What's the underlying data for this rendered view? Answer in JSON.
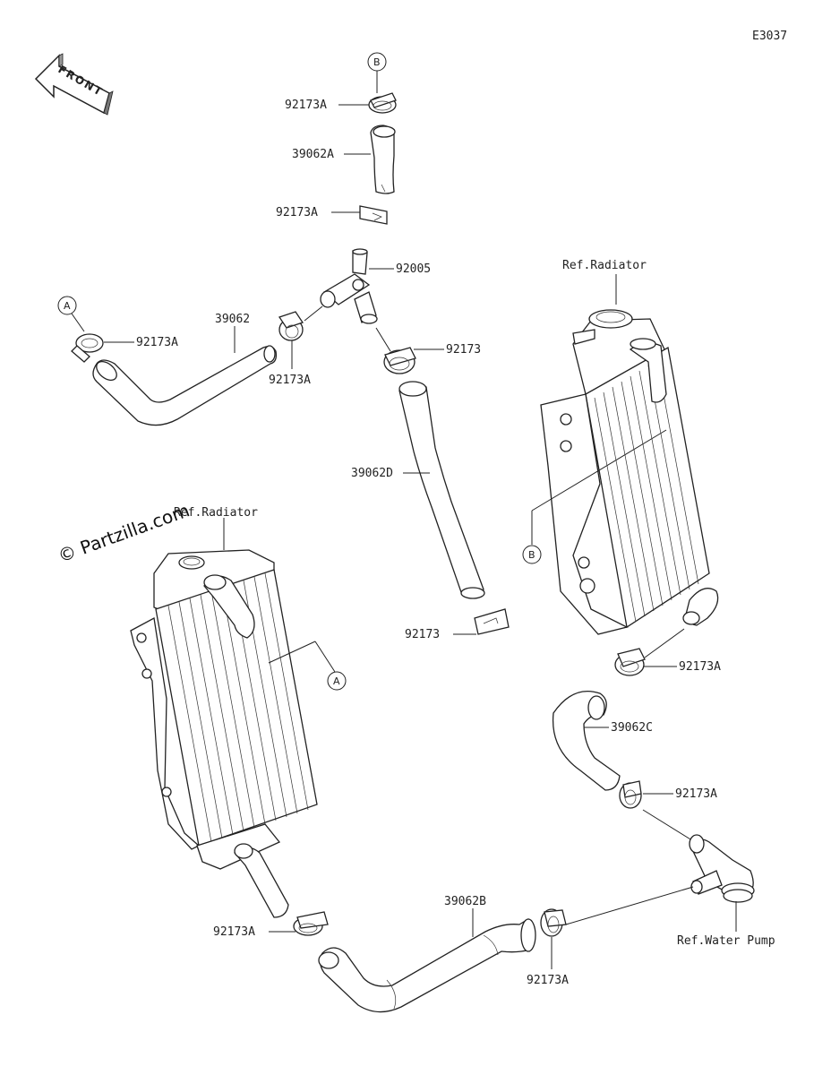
{
  "diagram": {
    "code": "E3037",
    "front_label": "FRONT",
    "watermark": "© Partzilla.com",
    "refs": {
      "radiator_right": "Ref.Radiator",
      "radiator_left": "Ref.Radiator",
      "water_pump": "Ref.Water Pump"
    },
    "markers": {
      "a": "A",
      "b": "B"
    },
    "parts": {
      "clamp_b_top": "92173A",
      "hose_39062a": "39062A",
      "clamp_mid": "92173A",
      "fitting_92005": "92005",
      "hose_39062": "39062",
      "clamp_a_left": "92173A",
      "clamp_joint": "92173A",
      "clamp_92173_right": "92173",
      "hose_39062d": "39062D",
      "clamp_92173_lower": "92173",
      "clamp_rad_right": "92173A",
      "hose_39062c": "39062C",
      "clamp_pump_upper": "92173A",
      "hose_39062b": "39062B",
      "clamp_left_bottom": "92173A",
      "clamp_pump_lower": "92173A"
    }
  }
}
